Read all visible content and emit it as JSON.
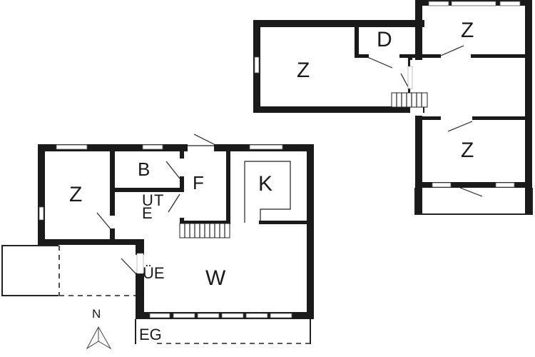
{
  "floor_plan": {
    "ground_floor": {
      "level_label": "EG",
      "rooms": [
        {
          "id": "z1",
          "label": "Z"
        },
        {
          "id": "b",
          "label": "B"
        },
        {
          "id": "f",
          "label": "F"
        },
        {
          "id": "k",
          "label": "K"
        },
        {
          "id": "w",
          "label": "W"
        },
        {
          "id": "ut",
          "label": "UT"
        },
        {
          "id": "e",
          "label": "E"
        },
        {
          "id": "ue",
          "label": "ÜE"
        }
      ]
    },
    "upper_floor": {
      "rooms": [
        {
          "id": "z2",
          "label": "Z"
        },
        {
          "id": "d",
          "label": "D"
        },
        {
          "id": "z3",
          "label": "Z"
        },
        {
          "id": "z4",
          "label": "Z"
        }
      ]
    },
    "compass": {
      "label": "N"
    },
    "colors": {
      "wall": "#1a1a1a",
      "background": "#ffffff"
    }
  }
}
